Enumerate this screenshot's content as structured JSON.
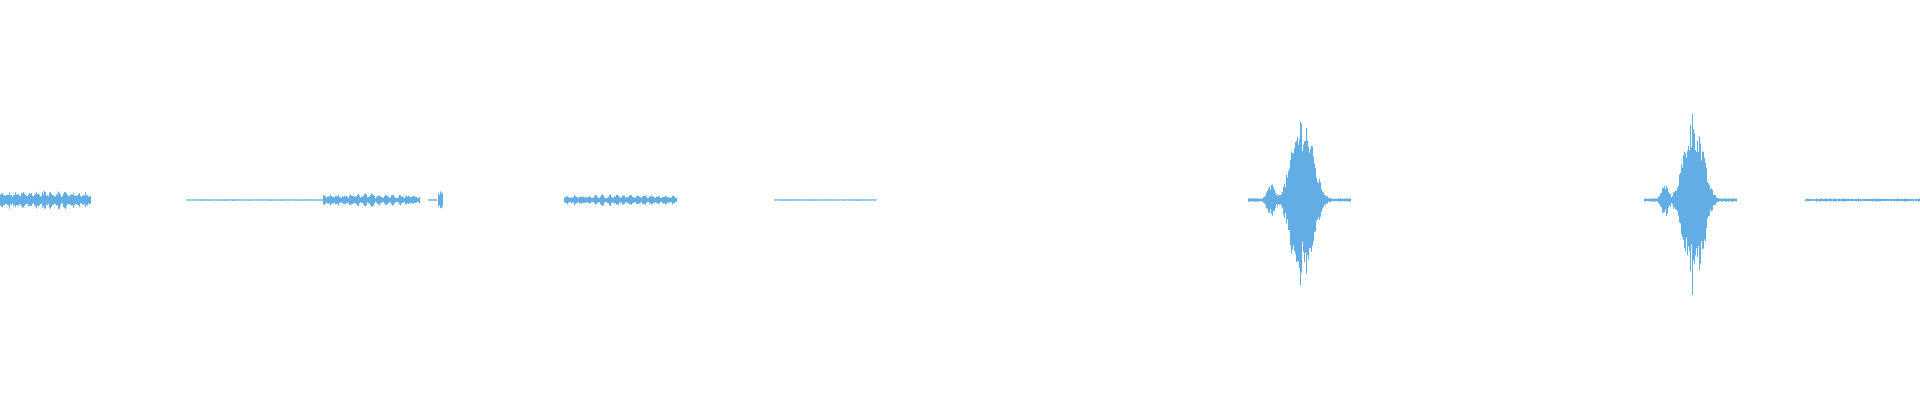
{
  "waveform": {
    "color": "#62ADE4",
    "background": "#FFFFFF",
    "segments": [
      {
        "start": 0.0,
        "end": 0.047,
        "amplitude": 0.12,
        "shape": "dense"
      },
      {
        "start": 0.097,
        "end": 0.168,
        "amplitude": 0.01,
        "shape": "flat"
      },
      {
        "start": 0.168,
        "end": 0.218,
        "amplitude": 0.08,
        "shape": "dense"
      },
      {
        "start": 0.223,
        "end": 0.227,
        "amplitude": 0.01,
        "shape": "flat"
      },
      {
        "start": 0.228,
        "end": 0.23,
        "amplitude": 0.1,
        "shape": "spike"
      },
      {
        "start": 0.294,
        "end": 0.352,
        "amplitude": 0.07,
        "shape": "dense"
      },
      {
        "start": 0.403,
        "end": 0.456,
        "amplitude": 0.01,
        "shape": "flat"
      },
      {
        "start": 0.65,
        "end": 0.703,
        "amplitude": 0.98,
        "shape": "burst"
      },
      {
        "start": 0.856,
        "end": 0.904,
        "amplitude": 1.0,
        "shape": "burst"
      },
      {
        "start": 0.94,
        "end": 1.0,
        "amplitude": 0.02,
        "shape": "flat"
      }
    ]
  }
}
